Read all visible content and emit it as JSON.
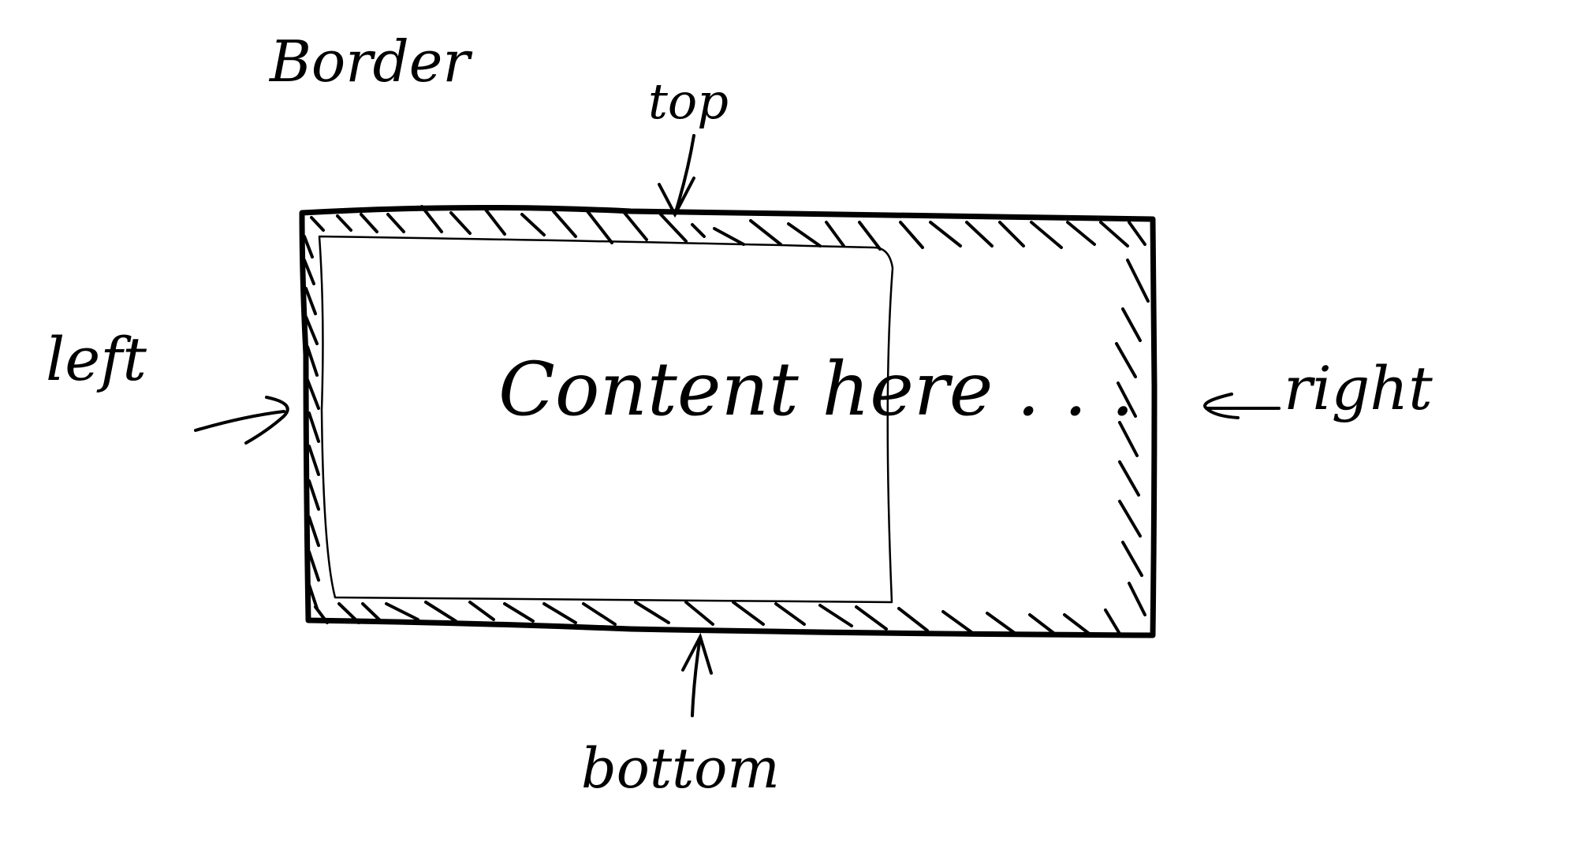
{
  "diagram": {
    "title": "Border",
    "content_text": "Content here . . .",
    "labels": {
      "top": "top",
      "left": "left",
      "right": "right",
      "bottom": "bottom"
    },
    "colors": {
      "ink": "#000000",
      "background": "#ffffff"
    }
  }
}
